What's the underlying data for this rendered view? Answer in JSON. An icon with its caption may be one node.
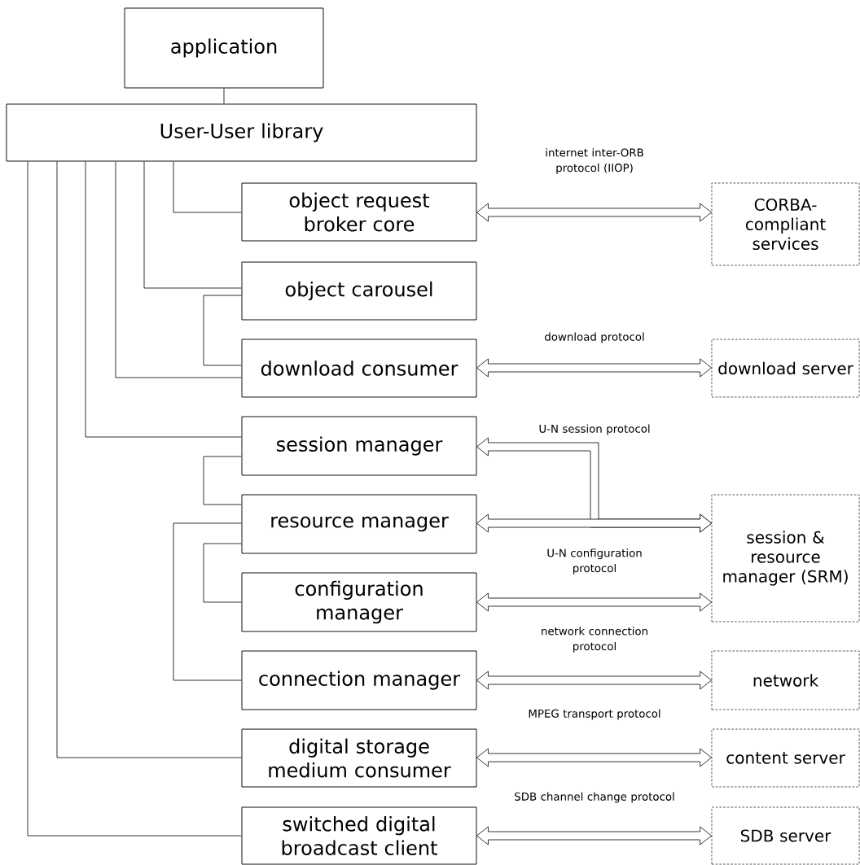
{
  "diagram": {
    "nodes": [
      {
        "text": [
          "application"
        ]
      },
      {
        "text": [
          "User-User library"
        ]
      },
      {
        "text": [
          "object request broker core"
        ]
      },
      {
        "text": [
          "object carousel"
        ]
      },
      {
        "text": [
          "download consumer"
        ]
      },
      {
        "text": [
          "session manager"
        ]
      },
      {
        "text": [
          "resource manager"
        ]
      },
      {
        "text": [
          "configuration manager"
        ]
      },
      {
        "text": [
          "connection manager"
        ]
      },
      {
        "text": [
          "digital storage medium consumer"
        ]
      },
      {
        "text": [
          "switched digital broadcast client"
        ]
      },
      {
        "text": [
          "CORBA-compliant services"
        ]
      },
      {
        "text": [
          "download server"
        ]
      },
      {
        "text": [
          "session & resource manager (SRM)"
        ]
      },
      {
        "text": [
          "network"
        ]
      },
      {
        "text": [
          "content server"
        ]
      },
      {
        "text": [
          "SDB server"
        ]
      }
    ],
    "edges": [
      {
        "from": 0,
        "to": 1,
        "arrow": "none"
      },
      {
        "from": 1,
        "to": 2,
        "arrow": "none"
      },
      {
        "from": 1,
        "to": 3,
        "arrow": "none"
      },
      {
        "from": 1,
        "to": 4,
        "arrow": "none"
      },
      {
        "from": 1,
        "to": 5,
        "arrow": "none"
      },
      {
        "from": 1,
        "to": 9,
        "arrow": "none"
      },
      {
        "from": 1,
        "to": 10,
        "arrow": "none"
      },
      {
        "from": 3,
        "to": 4,
        "arrow": "none"
      },
      {
        "from": 5,
        "to": 6,
        "arrow": "none"
      },
      {
        "from": 6,
        "to": 7,
        "arrow": "none"
      },
      {
        "from": 6,
        "to": 8,
        "arrow": "none"
      },
      {
        "from": 2,
        "to": 11,
        "arrow": "both",
        "style": "thick",
        "label": "internet inter-ORB protocol (IIOP)"
      },
      {
        "from": 4,
        "to": 12,
        "arrow": "both",
        "style": "thick",
        "label": "download protocol"
      },
      {
        "from": 6,
        "to": 13,
        "arrow": "both",
        "style": "thick"
      },
      {
        "from": 5,
        "to": 13,
        "arrow": "both",
        "style": "thick",
        "label": "U-N session protocol"
      },
      {
        "from": 7,
        "to": 13,
        "arrow": "both",
        "style": "thick",
        "label": "U-N configuration protocol"
      },
      {
        "from": 8,
        "to": 14,
        "arrow": "both",
        "style": "thick",
        "label": "network connection protocol"
      },
      {
        "from": 9,
        "to": 15,
        "arrow": "both",
        "style": "thick",
        "label": "MPEG transport protocol"
      },
      {
        "from": 10,
        "to": 16,
        "arrow": "both",
        "style": "thick",
        "label": "SDB channel change protocol"
      }
    ]
  }
}
